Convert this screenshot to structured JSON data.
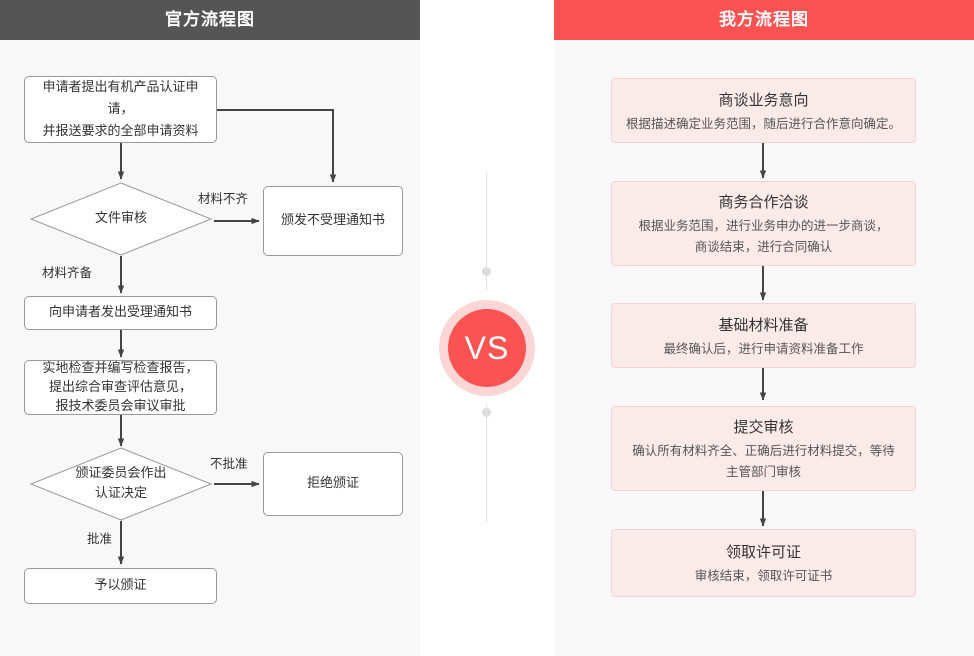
{
  "left_panel": {
    "header": "官方流程图",
    "nodes": {
      "apply": "申请者提出有机产品认证申请，\n并报送要求的全部申请资料",
      "doc_review": "文件审核",
      "reject_notice": "颁发不受理通知书",
      "accept_notice": "向申请者发出受理通知书",
      "inspect": "实地检查并编写检查报告，\n提出综合审查评估意见，\n报技术委员会审议审批",
      "committee": "颁证委员会作出\n认证决定",
      "refuse_cert": "拒绝颁证",
      "grant_cert": "予以颁证"
    },
    "edge_labels": {
      "materials_incomplete": "材料不齐",
      "materials_complete": "材料齐备",
      "not_approved": "不批准",
      "approved": "批准"
    }
  },
  "middle": {
    "vs_label": "VS"
  },
  "right_panel": {
    "header": "我方流程图",
    "cards": [
      {
        "title": "商谈业务意向",
        "desc": "根据描述确定业务范围，随后进行合作意向确定。"
      },
      {
        "title": "商务合作洽谈",
        "desc": "根据业务范围，进行业务申办的进一步商谈，\n商谈结束，进行合同确认"
      },
      {
        "title": "基础材料准备",
        "desc": "最终确认后，进行申请资料准备工作"
      },
      {
        "title": "提交审核",
        "desc": "确认所有材料齐全、正确后进行材料提交，等待\n主管部门审核"
      },
      {
        "title": "领取许可证",
        "desc": "审核结束，领取许可证书"
      }
    ]
  },
  "colors": {
    "left_header_bg": "#555555",
    "right_header_bg": "#fb5252",
    "panel_bg": "#f8f8f8",
    "card_bg": "#fbeaea",
    "card_border": "#f6d3d3",
    "vs_ring": "#fbd6d6",
    "vs_circle": "#fb5252",
    "node_border": "#999999",
    "connector": "#444444"
  }
}
